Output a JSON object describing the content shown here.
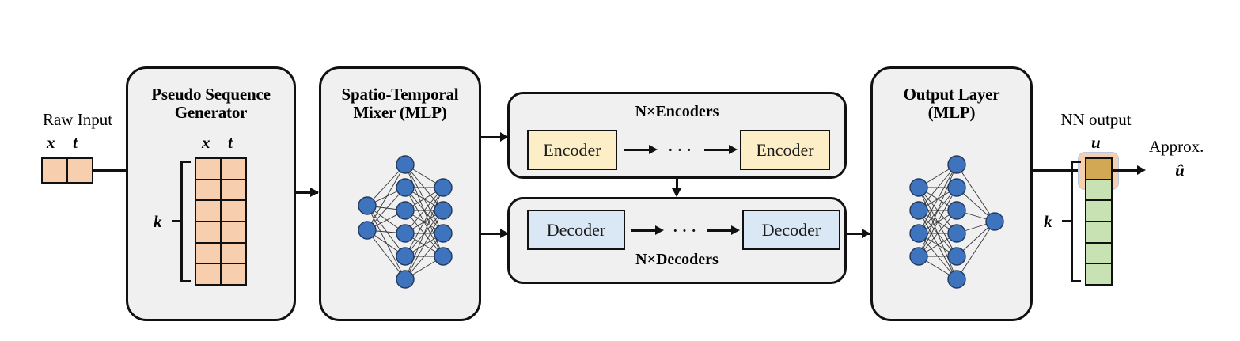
{
  "diagram": {
    "title": "Pseudo-sequence transformer PDE surrogate architecture",
    "colors": {
      "module_fill": "#f0f0f0",
      "module_border": "#111111",
      "peach_cell": "#f7cfae",
      "green_cell": "#c8e2b3",
      "gold_cell": "#d2a855",
      "encoder_fill": "#fcefc7",
      "decoder_fill": "#dae8f5",
      "node_blue": "#3e74be",
      "halo_border": "#b9c7e2"
    }
  },
  "raw_input": {
    "caption": "Raw Input",
    "col_labels": [
      "x",
      "t"
    ],
    "cells": 2
  },
  "pseudo_sequence_generator": {
    "title_line1": "Pseudo Sequence",
    "title_line2": "Generator",
    "col_labels": [
      "x",
      "t"
    ],
    "rows": 6,
    "cols": 2,
    "bracket_label": "k"
  },
  "mixer": {
    "title_line1": "Spatio-Temporal",
    "title_line2": "Mixer (MLP)",
    "mlp_layers": [
      2,
      6,
      4
    ]
  },
  "encoders": {
    "label": "N×Encoders",
    "first_unit": "Encoder",
    "last_unit": "Encoder",
    "ellipsis": "···"
  },
  "decoders": {
    "label": "N×Decoders",
    "first_unit": "Decoder",
    "last_unit": "Decoder",
    "ellipsis": "···"
  },
  "output_layer": {
    "title_line1": "Output Layer",
    "title_line2": "(MLP)",
    "mlp_layers": [
      4,
      6,
      1
    ]
  },
  "nn_output": {
    "caption": "NN output",
    "col_label": "u",
    "rows": 6,
    "highlighted_row": 1,
    "bracket_label": "k"
  },
  "approx": {
    "line1": "Approx.",
    "line2": "û"
  }
}
